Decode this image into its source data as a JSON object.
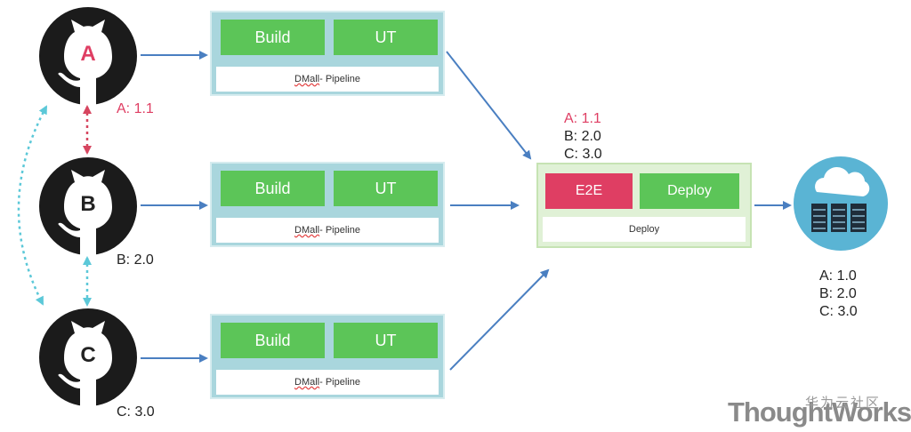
{
  "repos": [
    {
      "letter": "A",
      "version_label": "A: 1.1"
    },
    {
      "letter": "B",
      "version_label": "B: 2.0"
    },
    {
      "letter": "C",
      "version_label": "C: 3.0"
    }
  ],
  "pipelines": [
    {
      "stage1": "Build",
      "stage2": "UT",
      "name": "DMall",
      "suffix": " - Pipeline"
    },
    {
      "stage1": "Build",
      "stage2": "UT",
      "name": "DMall",
      "suffix": " - Pipeline"
    },
    {
      "stage1": "Build",
      "stage2": "UT",
      "name": "DMall",
      "suffix": " - Pipeline"
    }
  ],
  "deploy": {
    "stage1": "E2E",
    "stage2": "Deploy",
    "name": "Deploy",
    "incoming_versions": [
      "A: 1.1",
      "B: 2.0",
      "C: 3.0"
    ]
  },
  "server": {
    "icon": "cloud-server-icon",
    "deployed_versions": [
      "A: 1.0",
      "B: 2.0",
      "C: 3.0"
    ]
  },
  "branding": {
    "logo": "ThoughtWorks",
    "community": "华为云社区"
  },
  "colors": {
    "stage_green": "#5cc558",
    "e2e_pink": "#df3e63",
    "pipeline_bg": "#a9d6dd",
    "deploy_bg": "#e0f1d6",
    "arrow_blue": "#4a7fc1",
    "dashed_teal": "#5cc8d8",
    "dashed_pink": "#d6455f",
    "server_blue": "#5ab4d4"
  }
}
